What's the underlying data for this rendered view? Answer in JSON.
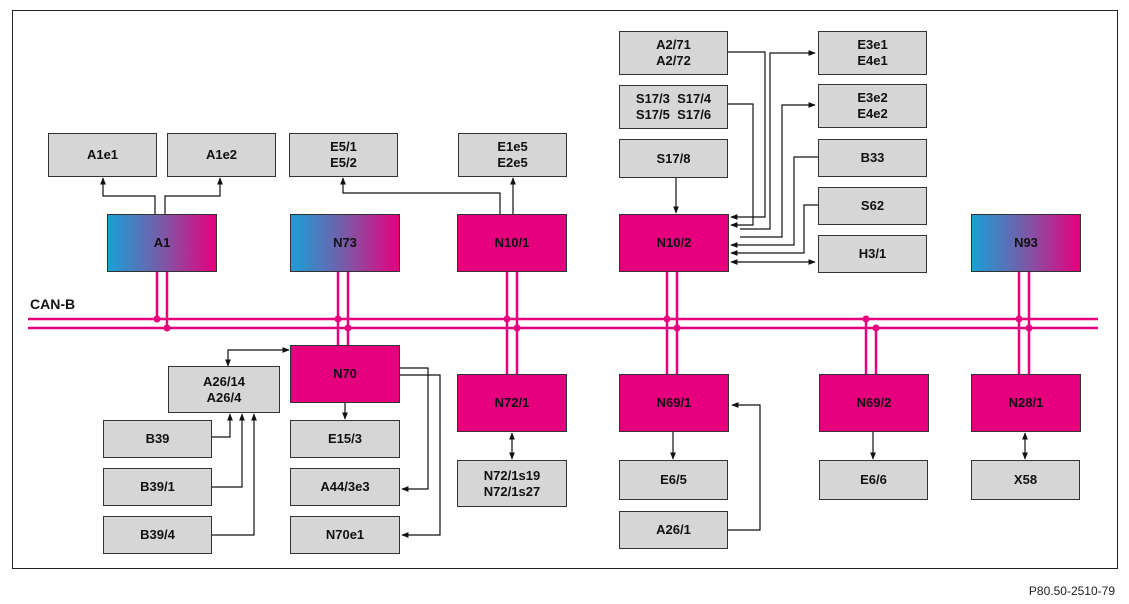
{
  "bus": {
    "label": "CAN-B",
    "color": "#e6007e"
  },
  "colors": {
    "grey_box": "#d6d6d6",
    "pink_box": "#e6007e",
    "gradient_left": "#1a9fd6",
    "gradient_right": "#e6007e"
  },
  "figure_ref": "P80.50-2510-79",
  "nodes": {
    "A1": "A1",
    "N73": "N73",
    "N10_1": "N10/1",
    "N10_2": "N10/2",
    "N93": "N93",
    "N70": "N70",
    "N72_1": "N72/1",
    "N69_1": "N69/1",
    "N69_2": "N69/2",
    "N28_1": "N28/1"
  },
  "components": {
    "A1e1": "A1e1",
    "A1e2": "A1e2",
    "E5": "E5/1\nE5/2",
    "E1e5": "E1e5\nE2e5",
    "A2_71": "A2/71\nA2/72",
    "S17_3": "S17/3  S17/4\nS17/5  S17/6",
    "S17_8": "S17/8",
    "E3e1": "E3e1\nE4e1",
    "E3e2": "E3e2\nE4e2",
    "B33": "B33",
    "S62": "S62",
    "H3_1": "H3/1",
    "A26_14": "A26/14\nA26/4",
    "B39": "B39",
    "B39_1": "B39/1",
    "B39_4": "B39/4",
    "E15_3": "E15/3",
    "A44_3e3": "A44/3e3",
    "N70e1": "N70e1",
    "N72_1s19": "N72/1s19\nN72/1s27",
    "E6_5": "E6/5",
    "A26_1": "A26/1",
    "E6_6": "E6/6",
    "X58": "X58"
  }
}
